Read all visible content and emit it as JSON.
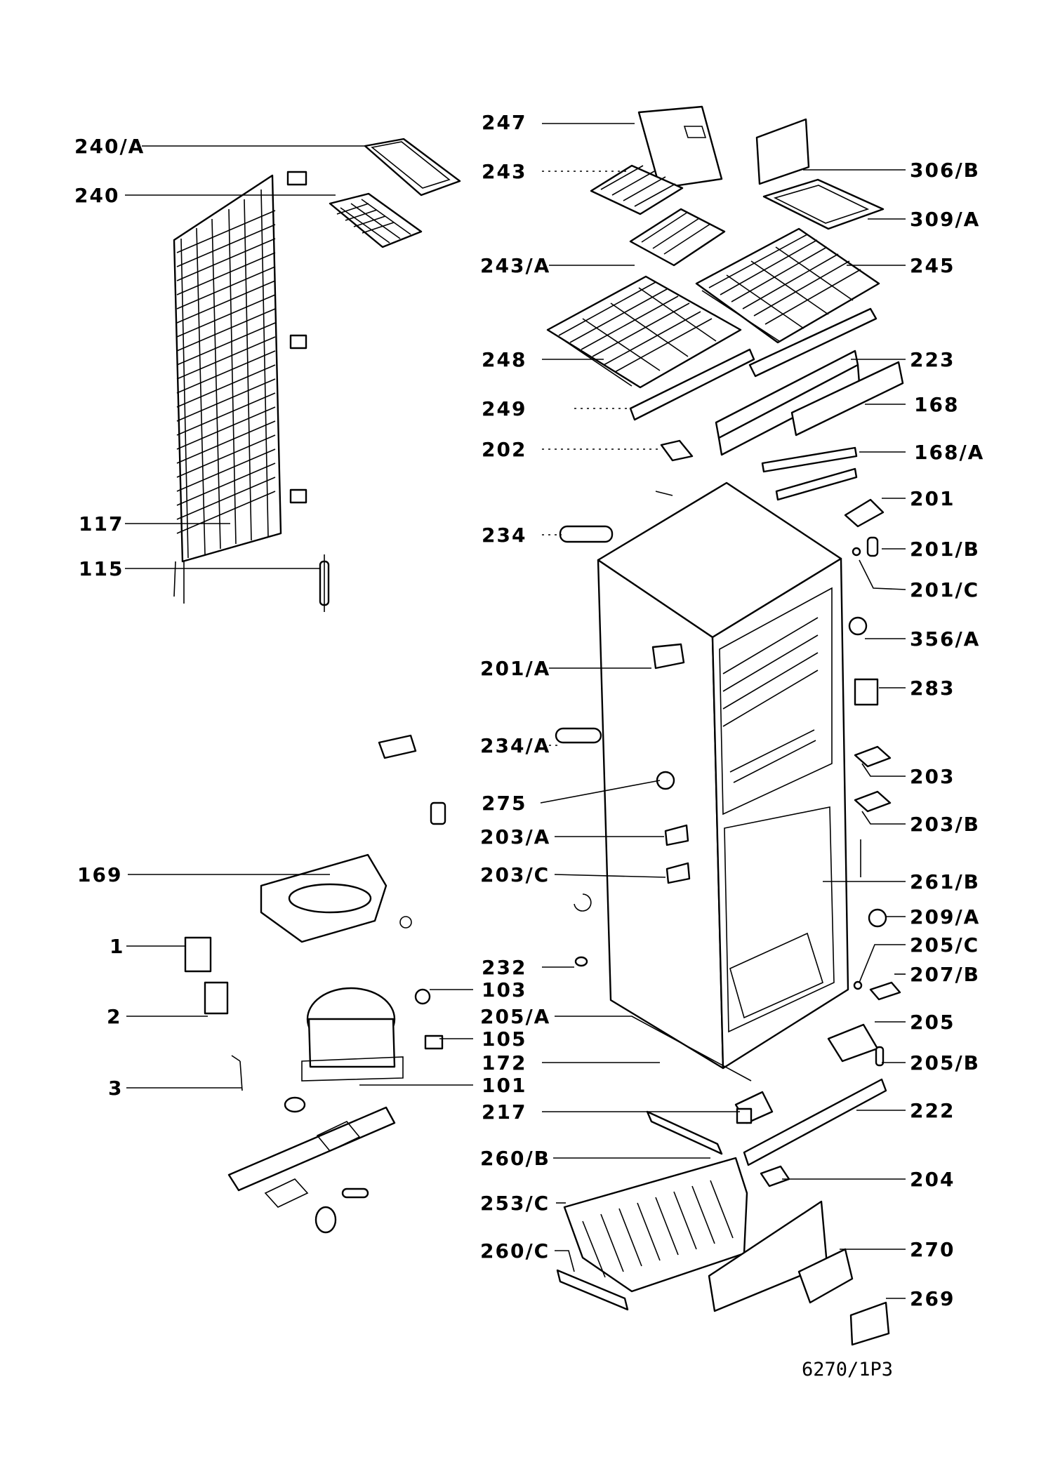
{
  "diagram_code": "6270/1P3",
  "labels": {
    "p240A": "240/A",
    "p240": "240",
    "p117": "117",
    "p115": "115",
    "p169": "169",
    "p1": "1",
    "p2": "2",
    "p3": "3",
    "p247": "247",
    "p243": "243",
    "p243A": "243/A",
    "p248": "248",
    "p249": "249",
    "p202": "202",
    "p234": "234",
    "p201A": "201/A",
    "p234A": "234/A",
    "p275": "275",
    "p203A": "203/A",
    "p203C": "203/C",
    "p232": "232",
    "p103": "103",
    "p205A": "205/A",
    "p105": "105",
    "p172": "172",
    "p101": "101",
    "p217": "217",
    "p260B": "260/B",
    "p253C": "253/C",
    "p260C": "260/C",
    "p306B": "306/B",
    "p309A": "309/A",
    "p245": "245",
    "p223": "223",
    "p168": "168",
    "p168A": "168/A",
    "p201": "201",
    "p201B": "201/B",
    "p201C": "201/C",
    "p356A": "356/A",
    "p283": "283",
    "p203": "203",
    "p203B": "203/B",
    "p261B": "261/B",
    "p209A": "209/A",
    "p205C": "205/C",
    "p207B": "207/B",
    "p205": "205",
    "p205B": "205/B",
    "p222": "222",
    "p204": "204",
    "p270": "270",
    "p269": "269"
  }
}
